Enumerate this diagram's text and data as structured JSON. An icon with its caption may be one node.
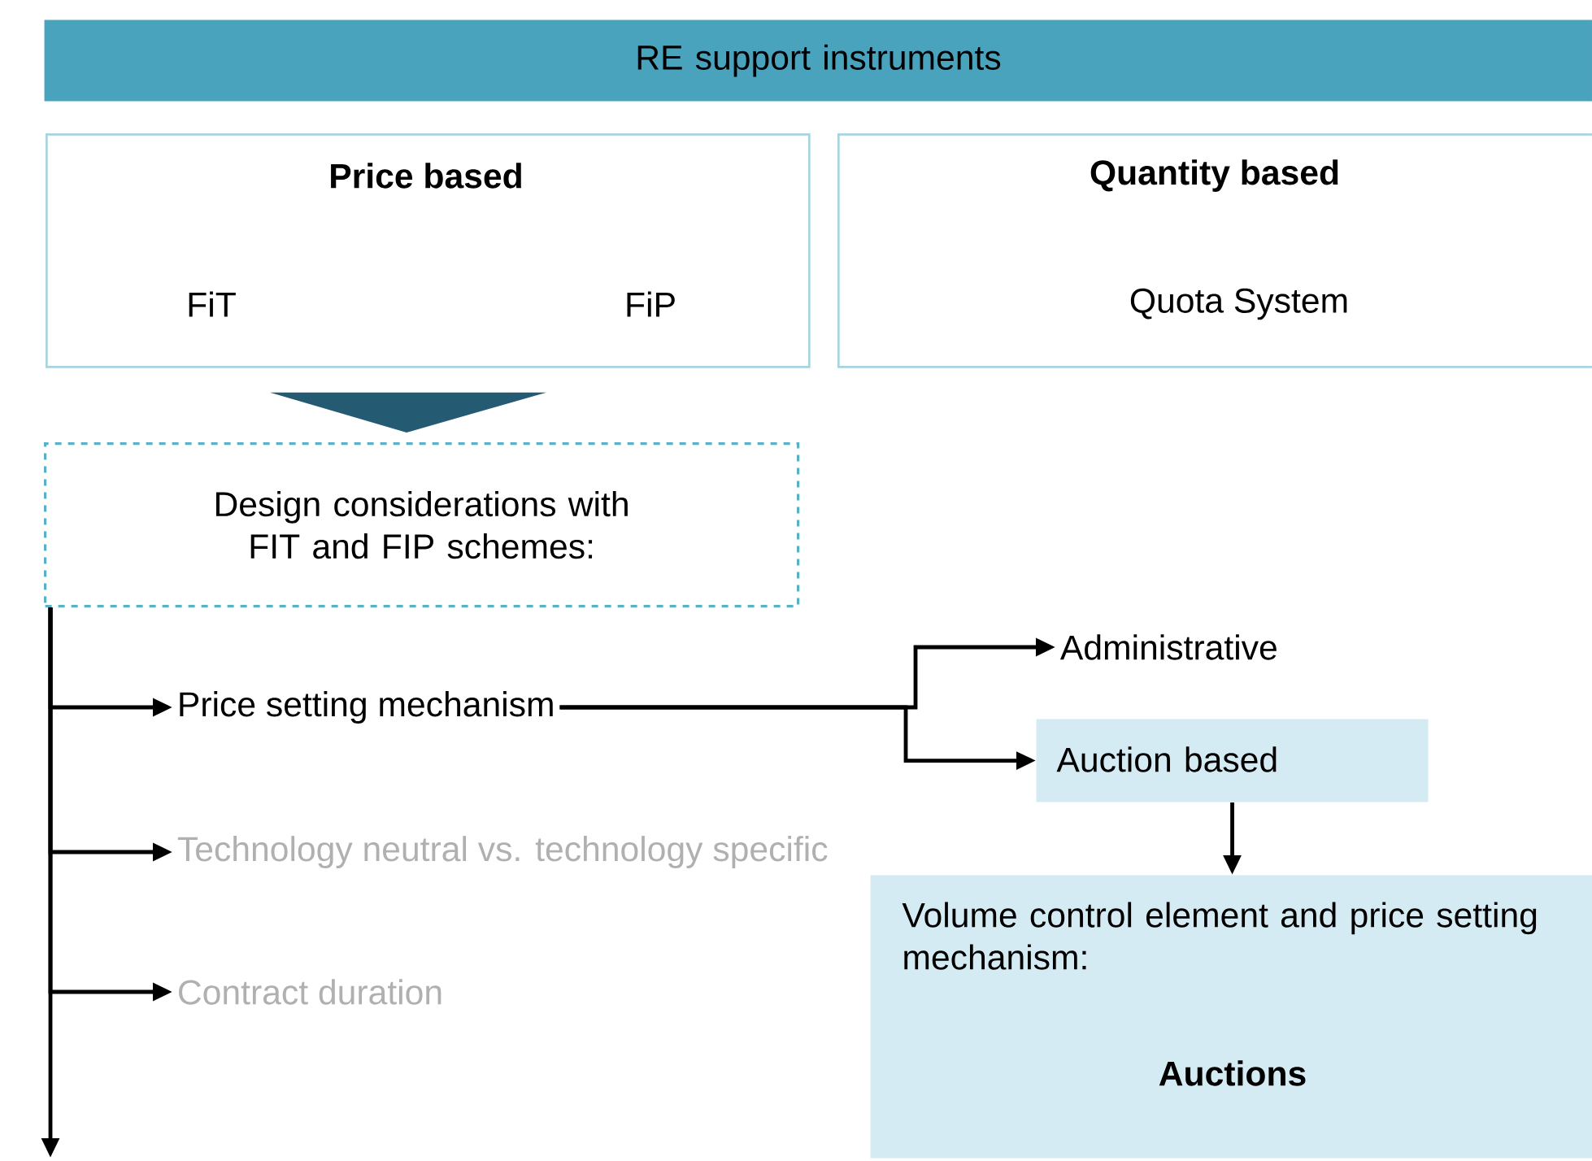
{
  "diagram": {
    "nodes": [
      {
        "text": [
          "RE support instruments"
        ]
      },
      {
        "text": [
          "Price based",
          "FiT",
          "FiP"
        ]
      },
      {
        "text": [
          "Quantity based",
          "Quota System"
        ]
      },
      {
        "text": [
          "Design considerations with FIT and FIP schemes:"
        ]
      },
      {
        "text": [
          "Price setting mechanism"
        ]
      },
      {
        "text": [
          "Technology neutral vs. technology specific"
        ]
      },
      {
        "text": [
          "Contract duration"
        ]
      },
      {
        "text": [
          "Administrative"
        ]
      },
      {
        "text": [
          "Auction based"
        ]
      },
      {
        "text": [
          "Volume control element and price setting mechanism:",
          "Auctions"
        ]
      }
    ],
    "edges": [
      {
        "from": 1,
        "to": 3,
        "arrow": "to",
        "style": "thick"
      },
      {
        "from": 3,
        "to": 4,
        "arrow": "to"
      },
      {
        "from": 3,
        "to": 5,
        "arrow": "to"
      },
      {
        "from": 3,
        "to": 6,
        "arrow": "to"
      },
      {
        "from": 3,
        "to": null,
        "arrow": "to"
      },
      {
        "from": 4,
        "to": 7,
        "arrow": "to"
      },
      {
        "from": 4,
        "to": 8,
        "arrow": "to"
      },
      {
        "from": 8,
        "to": 9,
        "arrow": "to"
      }
    ]
  }
}
